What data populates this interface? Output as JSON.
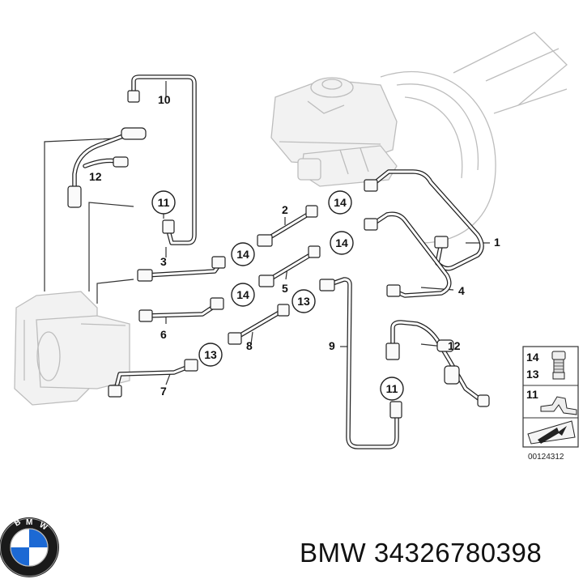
{
  "diagram": {
    "part_callouts": [
      {
        "id": "callout-10",
        "label": "10"
      },
      {
        "id": "callout-12-left",
        "label": "12"
      },
      {
        "id": "callout-2",
        "label": "2"
      },
      {
        "id": "callout-3",
        "label": "3"
      },
      {
        "id": "callout-5",
        "label": "5"
      },
      {
        "id": "callout-6",
        "label": "6"
      },
      {
        "id": "callout-7",
        "label": "7"
      },
      {
        "id": "callout-8",
        "label": "8"
      },
      {
        "id": "callout-1",
        "label": "1"
      },
      {
        "id": "callout-4",
        "label": "4"
      },
      {
        "id": "callout-9",
        "label": "9"
      },
      {
        "id": "callout-12-right",
        "label": "12"
      }
    ],
    "circled_callouts": [
      {
        "id": "circle-11-left",
        "label": "11"
      },
      {
        "id": "circle-14-top",
        "label": "14"
      },
      {
        "id": "circle-14-mid-left",
        "label": "14"
      },
      {
        "id": "circle-14-mid-right",
        "label": "14"
      },
      {
        "id": "circle-14-lower",
        "label": "14"
      },
      {
        "id": "circle-13-right",
        "label": "13"
      },
      {
        "id": "circle-13-bottom",
        "label": "13"
      },
      {
        "id": "circle-11-right",
        "label": "11"
      }
    ],
    "legend": {
      "items": [
        {
          "label": "14"
        },
        {
          "label": "13"
        },
        {
          "label": "11"
        }
      ]
    },
    "diagram_code": "00124312"
  },
  "footer": {
    "brand_logo_text": "BMW",
    "caption": "BMW 34326780398"
  }
}
